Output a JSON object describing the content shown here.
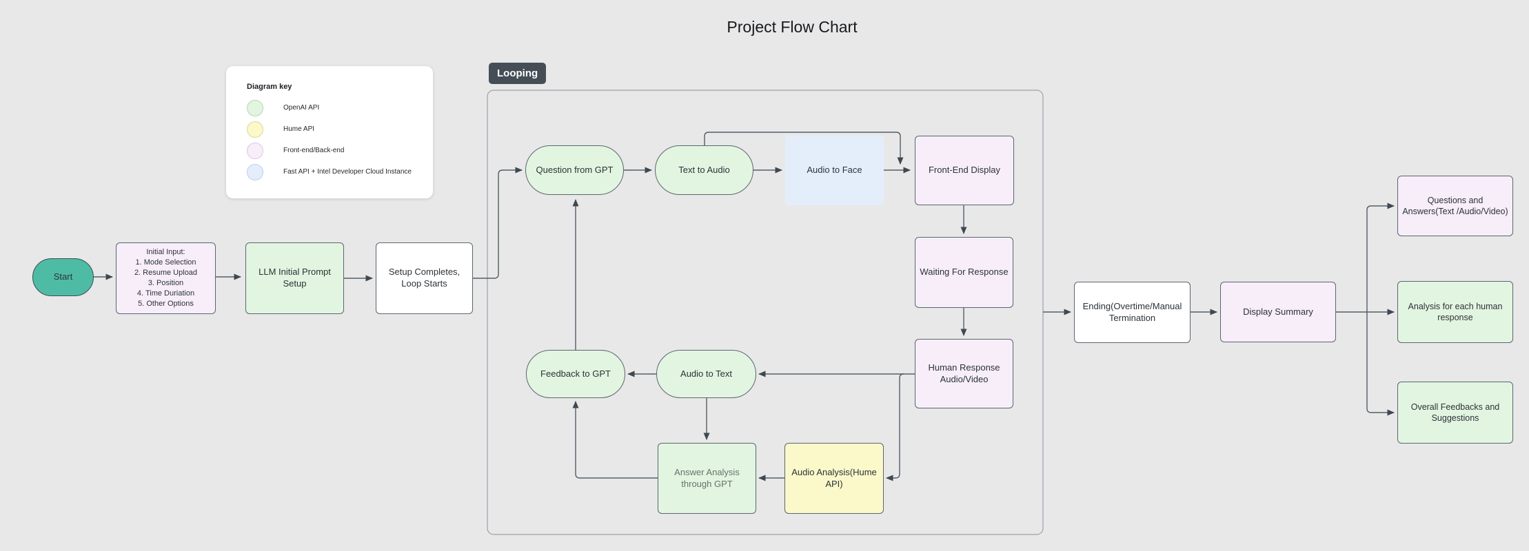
{
  "title": "Project Flow Chart",
  "legend": {
    "title": "Diagram key",
    "items": [
      {
        "label": "OpenAI API",
        "color": "#e2f5e0"
      },
      {
        "label": "Hume API",
        "color": "#fbf8c9"
      },
      {
        "label": "Front-end/Back-end",
        "color": "#f7eefa"
      },
      {
        "label": "Fast API + Intel Developer Cloud Instance",
        "color": "#e4eefb"
      }
    ]
  },
  "loop": {
    "label": "Looping"
  },
  "nodes": {
    "start": {
      "label": "Start"
    },
    "initial_input": {
      "label": "Initial Input:\n1. Mode Selection\n2. Resume Upload\n3. Position\n4. Time Duriation\n5. Other Options"
    },
    "llm_setup": {
      "label": "LLM Initial Prompt Setup"
    },
    "setup_completes": {
      "label": "Setup Completes, Loop Starts"
    },
    "question_gpt": {
      "label": "Question from GPT"
    },
    "text_to_audio": {
      "label": "Text to Audio"
    },
    "audio_to_face": {
      "label": "Audio to Face"
    },
    "frontend_display": {
      "label": "Front-End Display"
    },
    "waiting_response": {
      "label": "Waiting For Response"
    },
    "human_response": {
      "label": "Human Response Audio/Video"
    },
    "feedback_gpt": {
      "label": "Feedback to GPT"
    },
    "audio_to_text": {
      "label": "Audio to Text"
    },
    "answer_analysis": {
      "label": "Answer Analysis through GPT"
    },
    "audio_analysis": {
      "label": "Audio Analysis(Hume API)"
    },
    "ending": {
      "label": "Ending(Overtime/Manual Termination"
    },
    "display_summary": {
      "label": "Display Summary"
    },
    "qa_output": {
      "label": "Questions and Answers(Text /Audio/Video)"
    },
    "analysis_output": {
      "label": "Analysis for each human response"
    },
    "overall_output": {
      "label": "Overall Feedbacks and Suggestions"
    }
  },
  "colors": {
    "canvas_background": "#e8e8e8",
    "openai_api_fill": "#e2f5e0",
    "hume_api_fill": "#fbf8c9",
    "frontend_backend_fill": "#f7eefa",
    "fastapi_intel_fill": "#e4eefb",
    "start_fill": "#4ebca4",
    "shape_border": "#5a6570",
    "connector": "#535d68",
    "loop_label_background": "#454e57",
    "loop_border": "#9aa1a9"
  }
}
